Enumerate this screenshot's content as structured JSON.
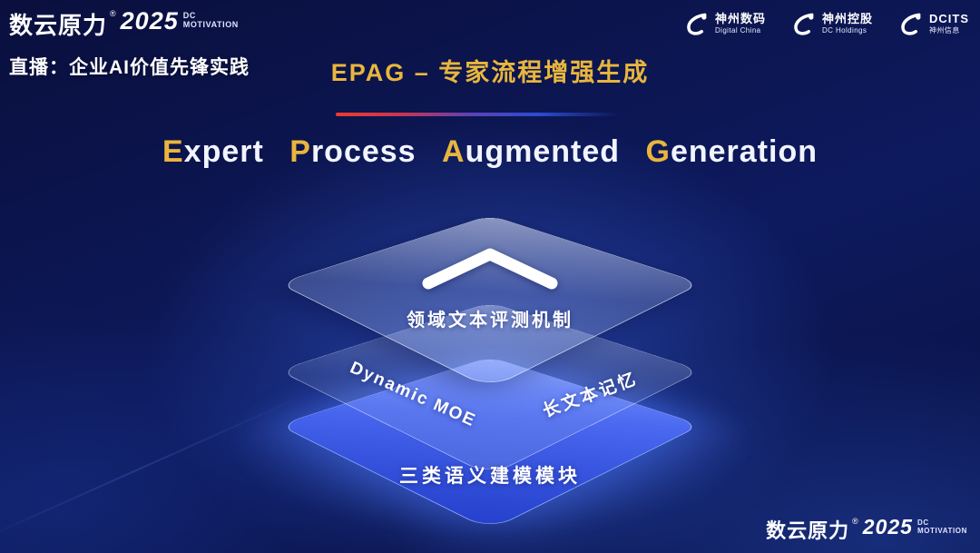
{
  "colors": {
    "gold_accent": "#e9b63d",
    "red_accent": "#ef3b2d",
    "bottom_layer_blue": "#4a68f0",
    "background_navy": "#0a1148"
  },
  "header": {
    "brand": {
      "name": "数云原力",
      "reg": "®",
      "year": "2025",
      "tagline_top": "DC",
      "tagline_bottom": "MOTIVATION"
    },
    "live_label": "直播：企业AI价值先锋实践",
    "page_title": "EPAG – 专家流程增强生成",
    "partners": [
      {
        "name": "神州数码",
        "subtitle": "Digital China"
      },
      {
        "name": "神州控股",
        "subtitle": "DC Holdings"
      },
      {
        "name": "DCITS",
        "subtitle": "神州信息"
      }
    ]
  },
  "main": {
    "headline_words": [
      {
        "first": "E",
        "rest": "xpert"
      },
      {
        "first": "P",
        "rest": "rocess"
      },
      {
        "first": "A",
        "rest": "ugmented"
      },
      {
        "first": "G",
        "rest": "eneration"
      }
    ]
  },
  "diagram": {
    "top_layer_label": "领域文本评测机制",
    "middle_layer_left_label": "Dynamic MOE",
    "middle_layer_right_label": "长文本记忆",
    "bottom_layer_label": "三类语义建模模块"
  },
  "footer": {
    "brand": {
      "name": "数云原力",
      "reg": "®",
      "year": "2025",
      "tagline_top": "DC",
      "tagline_bottom": "MOTIVATION"
    }
  }
}
